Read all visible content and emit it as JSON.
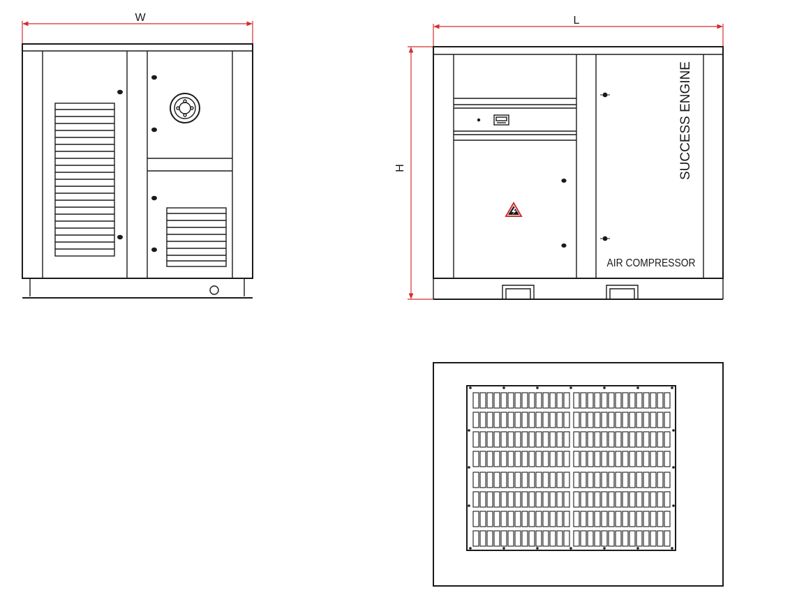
{
  "dimensions": {
    "width_label": "W",
    "length_label": "L",
    "height_label": "H"
  },
  "machine": {
    "brand_text": "SUCCESS ENGINE",
    "model_text": "AIR COMPRESSOR"
  },
  "colors": {
    "line": "#1a1a1a",
    "dimension": "#d32f2f",
    "warning": "#d32f2f",
    "background": "#ffffff"
  },
  "icons": {
    "warning": "high-voltage-warning-icon",
    "controller": "control-panel-display-icon"
  }
}
